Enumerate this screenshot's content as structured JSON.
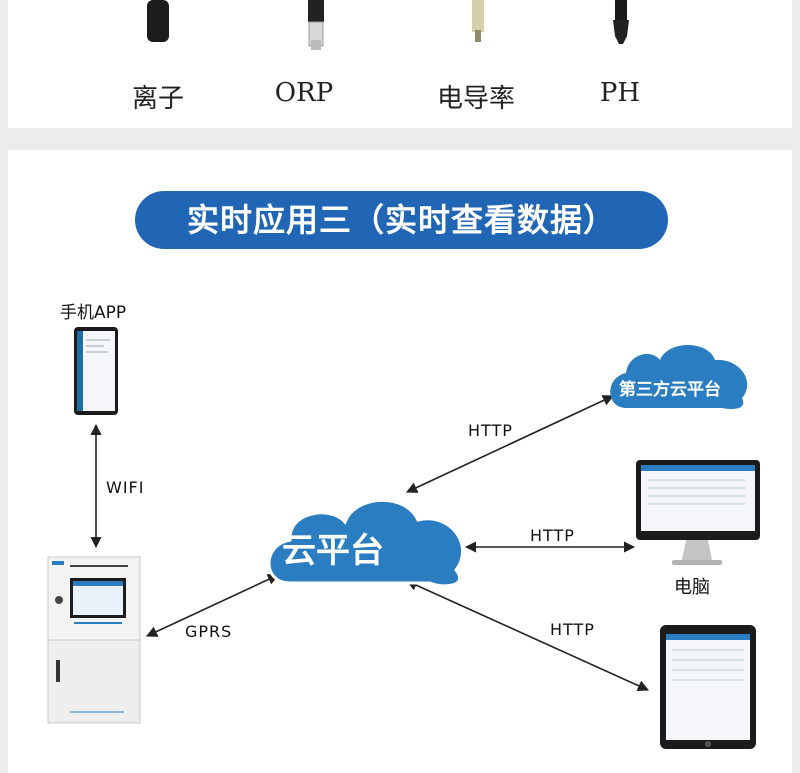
{
  "probes": [
    {
      "label": "离子",
      "icon": "ion-probe-icon"
    },
    {
      "label": "ORP",
      "icon": "orp-probe-icon"
    },
    {
      "label": "电导率",
      "icon": "conductivity-probe-icon"
    },
    {
      "label": "PH",
      "icon": "ph-probe-icon"
    }
  ],
  "title": "实时应用三（实时查看数据）",
  "nodes": {
    "phone_app": "手机APP",
    "wifi": "WIFI",
    "gprs": "GPRS",
    "cloud_platform": "云平台",
    "third_party_cloud": "第三方云平台",
    "computer": "电脑",
    "http_third_party": "HTTP",
    "http_computer": "HTTP",
    "http_tablet": "HTTP"
  },
  "colors": {
    "accent_blue": "#2166b5",
    "cloud_blue": "#2a7dc0",
    "panel_bg": "#ffffff",
    "page_bg": "#ececec"
  }
}
